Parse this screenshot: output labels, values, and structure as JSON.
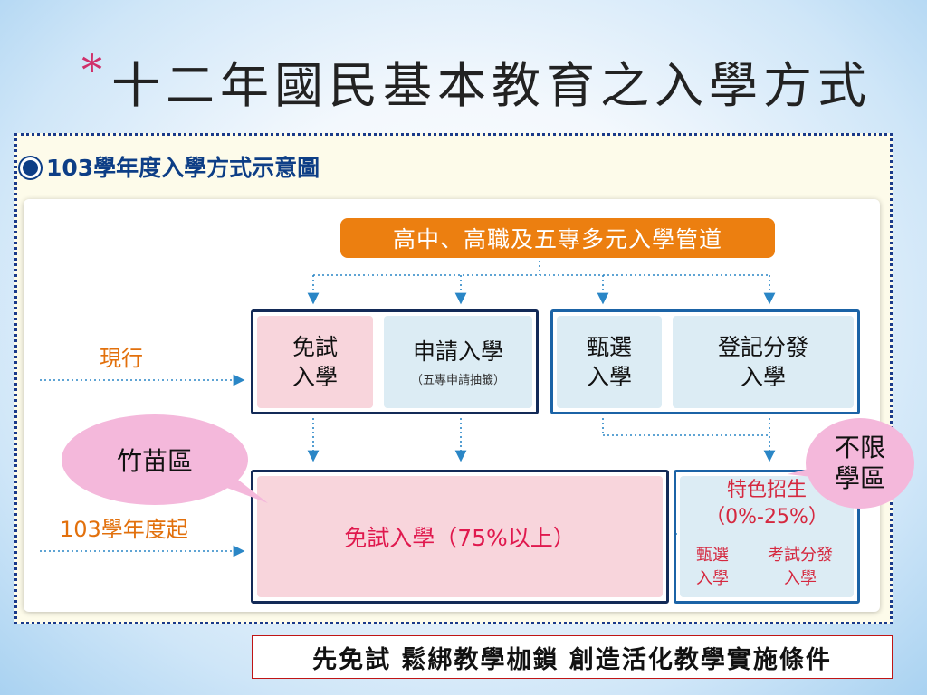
{
  "slide": {
    "star": "*",
    "title": "十二年國民基本教育之入學方式"
  },
  "diagram": {
    "section_title": "103學年度入學方式示意圖",
    "banner": "高中、高職及五專多元入學管道",
    "current_label": "現行",
    "from_103_label": "103學年度起",
    "current_row": {
      "exam_free": [
        "免試",
        "入學"
      ],
      "apply": "申請入學",
      "apply_note": "（五專申請抽籤）",
      "selection": [
        "甄選",
        "入學"
      ],
      "registration": [
        "登記分發",
        "入學"
      ]
    },
    "new_row": {
      "exam_free": "免試入學（75%以上）",
      "feature_title": "特色招生",
      "feature_range": "（0%-25%）",
      "feature_selection": [
        "甄選",
        "入學"
      ],
      "feature_exam": [
        "考試分發",
        "入學"
      ]
    },
    "bubble_left": "竹苗區",
    "bubble_right": [
      "不限",
      "學區"
    ]
  },
  "footer": {
    "slogan": "先免試 鬆綁教學枷鎖 創造活化教學實施條件"
  },
  "colors": {
    "banner": "#ec7f10",
    "title_star": "#d0306a",
    "section_title": "#0d3e86",
    "side_labels": "#e2700c",
    "exam_free_highlight": "#e0194e",
    "bubble": "#f4b8db",
    "arrow": "#2a86c6"
  }
}
